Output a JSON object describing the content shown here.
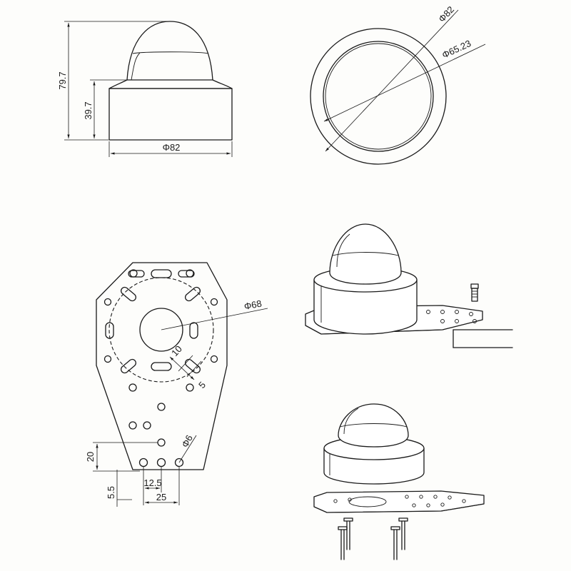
{
  "side_view": {
    "height_total": "79.7",
    "height_base": "39.7",
    "base_diameter": "Φ82"
  },
  "top_view": {
    "outer_diameter": "Φ82",
    "inner_diameter": "Φ65.23"
  },
  "plate_view": {
    "hole_circle_diameter": "Φ68",
    "slot_length": "10",
    "slot_width": "5",
    "hole_diameter": "Φ6",
    "row_offset": "20",
    "bottom_margin": "5.5",
    "hole_pitch": "12.5",
    "pitch_span": "25"
  }
}
